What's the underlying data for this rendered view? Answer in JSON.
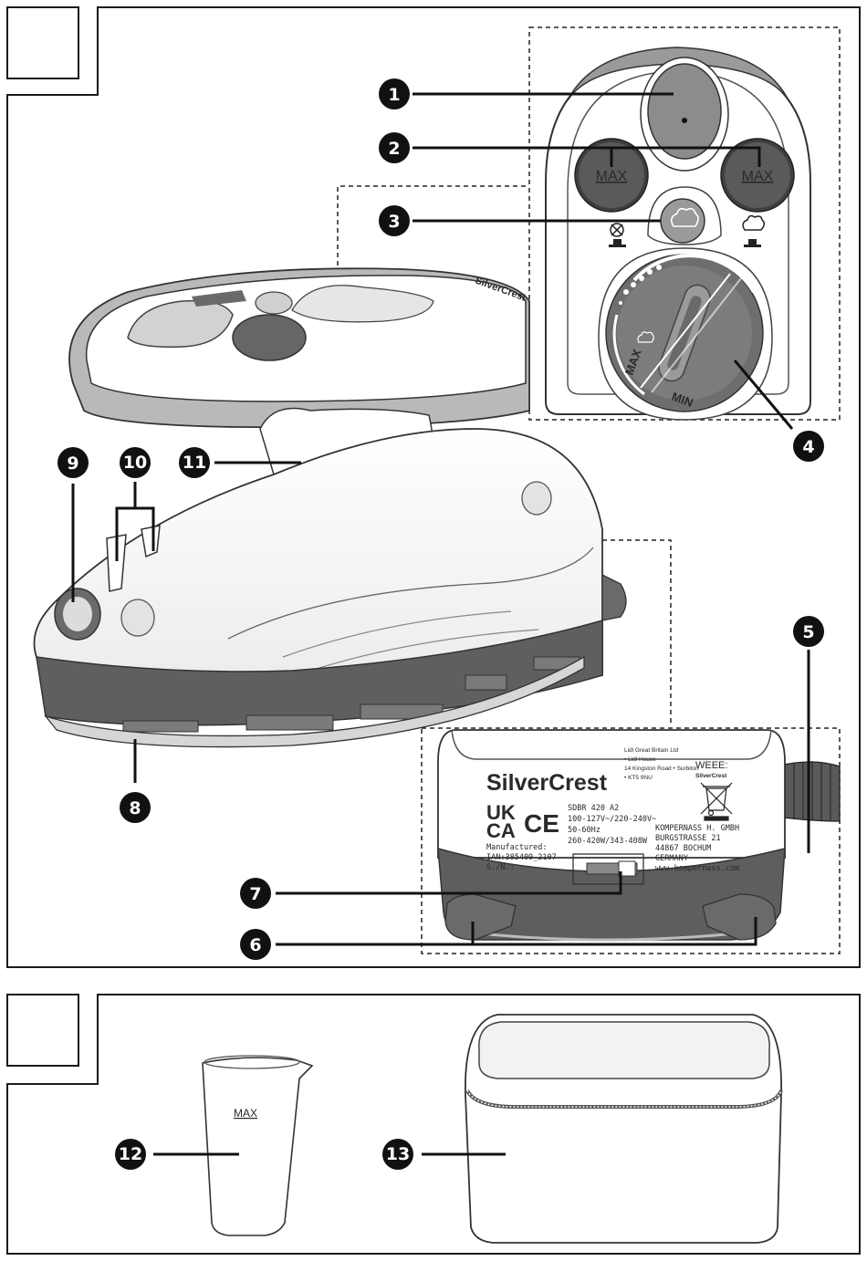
{
  "figure_a": {
    "callouts": [
      "1",
      "2",
      "3",
      "4",
      "5",
      "6",
      "7",
      "8",
      "9",
      "10",
      "11"
    ]
  },
  "figure_b": {
    "callouts": [
      "12",
      "13"
    ],
    "cup_label": "MAX"
  },
  "control_panel": {
    "button_left": "MAX",
    "button_right": "MAX",
    "dial_max": "MAX",
    "dial_min": "MIN"
  },
  "rating_plate": {
    "brand": "SilverCrest",
    "importer": [
      "Lidl Great Britain Ltd",
      "• Lidl House",
      "14 Kingston Road • Surbiton",
      "• KT5 9NU"
    ],
    "weee": "WEEE:",
    "weee_brand": "SilverCrest",
    "marks": [
      "UK",
      "CA",
      "CE"
    ],
    "model": "SDBR 420 A2",
    "voltage": "100-127V~/220-240V~",
    "frequency": "50-60Hz",
    "power": "260-420W/343-408W",
    "manufacturer": [
      "KOMPERNASS H. GMBH",
      "BURGSTRASSE 21",
      "44867 BOCHUM",
      "GERMANY",
      "www.kompernass.com"
    ],
    "manufactured": "Manufactured:",
    "ian": "IAN:385409_2107",
    "sn": "S./N.:"
  },
  "colors": {
    "frame": "#1a1a1a",
    "dark_gray": "#5e5e5e",
    "mid_gray": "#8a8a8a",
    "light_gray": "#cfcfcf",
    "callout": "#111111"
  }
}
